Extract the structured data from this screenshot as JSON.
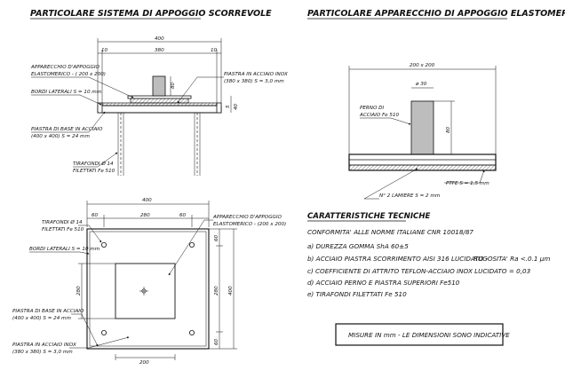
{
  "titles": {
    "left": "PARTICOLARE SISTEMA DI APPOGGIO SCORREVOLE",
    "right": "PARTICOLARE APPARECCHIO DI APPOGGIO ELASTOMERICO"
  },
  "left_section": {
    "dims": {
      "total": "400",
      "edge_l": "10",
      "center": "380",
      "edge_r": "10",
      "pin_h": "80",
      "t1": "5",
      "t2": "40"
    },
    "labels": {
      "apparecchio_1": "APPARECCHIO D'APPOGGIO",
      "apparecchio_2": "ELASTOMERICO - ( 200 x 200)",
      "bordi": "BORDI LATERALI S = 10 mm",
      "piastra_inox_1": "PIASTRA IN ACCIAIO INOX",
      "piastra_inox_2": "(380 x 380) S = 3,0 mm",
      "piastra_base_1": "PIASTRA DI BASE IN ACCIAIO",
      "piastra_base_2": "(400 x 400) S = 24 mm",
      "tirafondi_1": "TIRAFONDI Ø 14",
      "tirafondi_2": "FILETTATI Fe 510"
    }
  },
  "plan_section": {
    "dims": {
      "top_total": "400",
      "top_l": "60",
      "top_c": "280",
      "top_r": "60",
      "left_v": "280",
      "right_v1": "60",
      "right_v2": "280",
      "right_v3": "60",
      "right_total": "400",
      "bottom": "200"
    },
    "labels": {
      "tirafondi_1": "TIRAFONDI Ø 14",
      "tirafondi_2": "FILETTATI Fe 510",
      "apparecchio_1": "APPARECCHIO D'APPOGGIO",
      "apparecchio_2": "ELASTOMERICO - (200 x 200)",
      "bordi": "BORDI LATERALI S = 10 mm",
      "piastra_base_1": "PIASTRA DI BASE IN ACCIAIO",
      "piastra_base_2": "(400 x 400) S = 24 mm",
      "piastra_inox_1": "PIASTRA IN ACCIAIO INOX",
      "piastra_inox_2": "(380 x 380) S = 3,0 mm"
    }
  },
  "right_section": {
    "dims": {
      "width": "200 x 200",
      "pin_d": "ø 30",
      "pin_h": "80"
    },
    "labels": {
      "perno_1": "PERNO DI",
      "perno_2": "ACCIAIO Fe 510",
      "ptfe": "PTFE S = 1,5 mm",
      "lamiere": "N° 2 LAMIERE S = 2 mm"
    }
  },
  "specs": {
    "heading": "CARATTERISTICHE TECNICHE",
    "intro": "CONFORMITA' ALLE NORME ITALIANE CNR 10018/87",
    "a": "a) DUREZZA GOMMA ShA 60±5",
    "b1": "b) ACCIAIO PIASTRA SCORRIMENTO AISI 316 LUCIDATO -",
    "b2": "RUGOSITA' Ra <.0.1 μm",
    "c": "c) COEFFICIENTE DI ATTRITO TEFLON-ACCIAIO INOX LUCIDATO = 0,03",
    "d": "d) ACCIAIO PERNO E PIASTRA SUPERIORI Fe510",
    "e": "e) TIRAFONDI FILETTATI Fe 510",
    "note": "MISURE IN mm - LE DIMENSIONI SONO INDICATIVE"
  }
}
